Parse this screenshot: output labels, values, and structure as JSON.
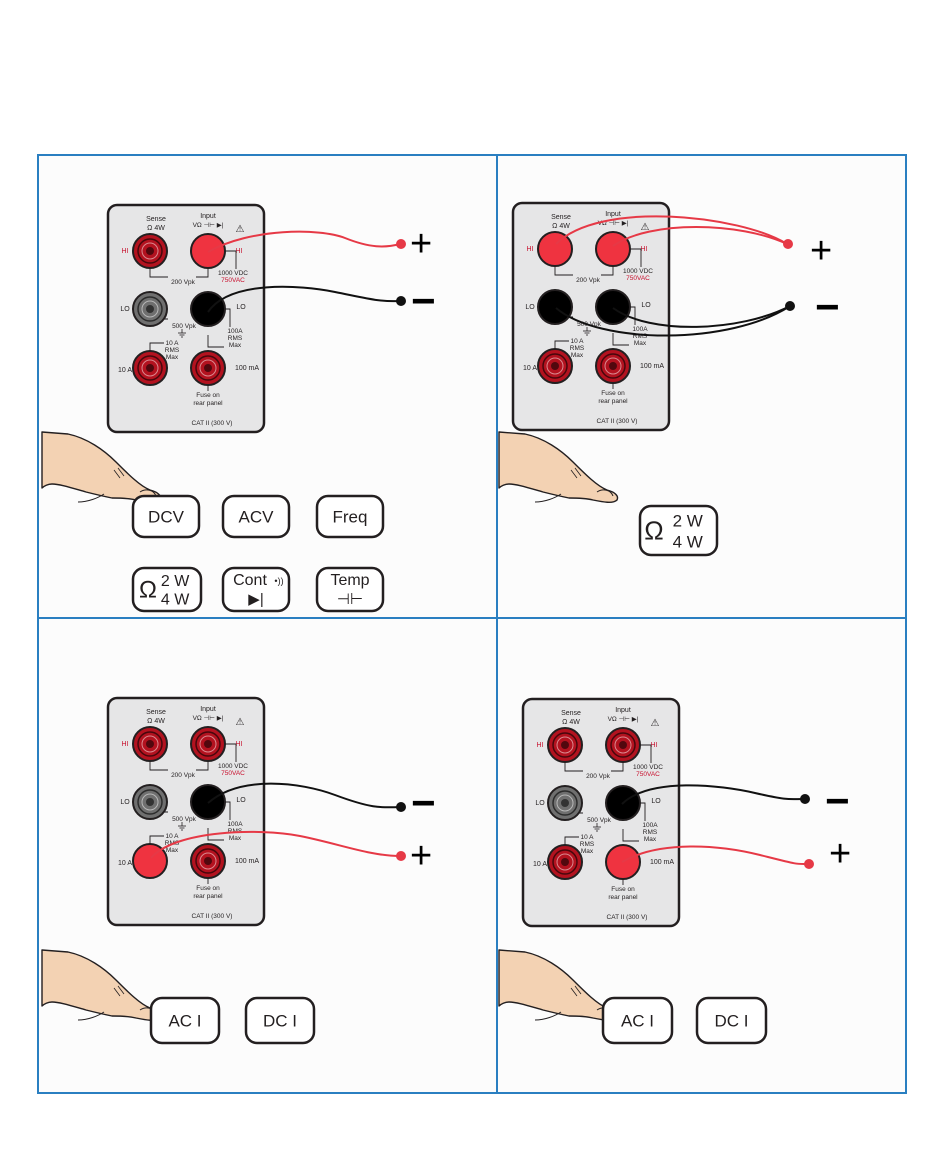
{
  "colors": {
    "grid": "#2a7fc1",
    "panel_bg": "#fcfcfc",
    "meter_face": "#e6e6e7",
    "meter_border": "#231f20",
    "hi_red": "#c8102e",
    "lit_red": "#ef3340",
    "lead_red": "#e63946",
    "lead_black": "#111111",
    "socket_dark_red": "#b3121f",
    "socket_gray": "#6f6f6f",
    "skin": "#f3d2b3",
    "button_face": "#ffffff"
  },
  "meter": {
    "sense_label": "Sense",
    "sense_sub": "Ω 4W",
    "input_label": "Input",
    "input_sub": "VΩ ⊣⊢ ▶|",
    "warning_icon": "⚠",
    "hi_left": "HI",
    "hi_right": "HI",
    "lo_left": "LO",
    "lo_right": "LO",
    "vpk_200": "200 Vpk",
    "vpk_500": "500 Vpk",
    "vdc_1000": "1000 VDC",
    "vac_750": "750VAC",
    "rms_100a_1": "100A",
    "rms_100a_2": "RMS",
    "rms_100a_3": "Max",
    "rms_10a_1": "10 A",
    "rms_10a_2": "RMS",
    "rms_10a_3": "Max",
    "amp_10": "10 A",
    "ma_100": "100 mA",
    "fuse_1": "Fuse on",
    "fuse_2": "rear panel",
    "cat": "CAT II (300 V)"
  },
  "leads": {
    "plus": "+",
    "minus": "−"
  },
  "panels": [
    {
      "id": "dcv",
      "buttons": [
        {
          "label": "DCV"
        },
        {
          "label": "ACV"
        },
        {
          "label": "Freq"
        },
        {
          "sym": "Ω",
          "l1": "2 W",
          "l2": "4 W"
        },
        {
          "l1": "Cont",
          "sym": "•))",
          "l2": "▶|"
        },
        {
          "l1": "Temp",
          "l2": "⊣⊢"
        }
      ]
    },
    {
      "id": "ohms",
      "buttons": [
        {
          "sym": "Ω",
          "l1": "2 W",
          "l2": "4 W"
        }
      ]
    },
    {
      "id": "current-10a",
      "buttons": [
        {
          "label": "AC I"
        },
        {
          "label": "DC I"
        }
      ]
    },
    {
      "id": "current-100ma",
      "buttons": [
        {
          "label": "AC I"
        },
        {
          "label": "DC I"
        }
      ]
    }
  ]
}
